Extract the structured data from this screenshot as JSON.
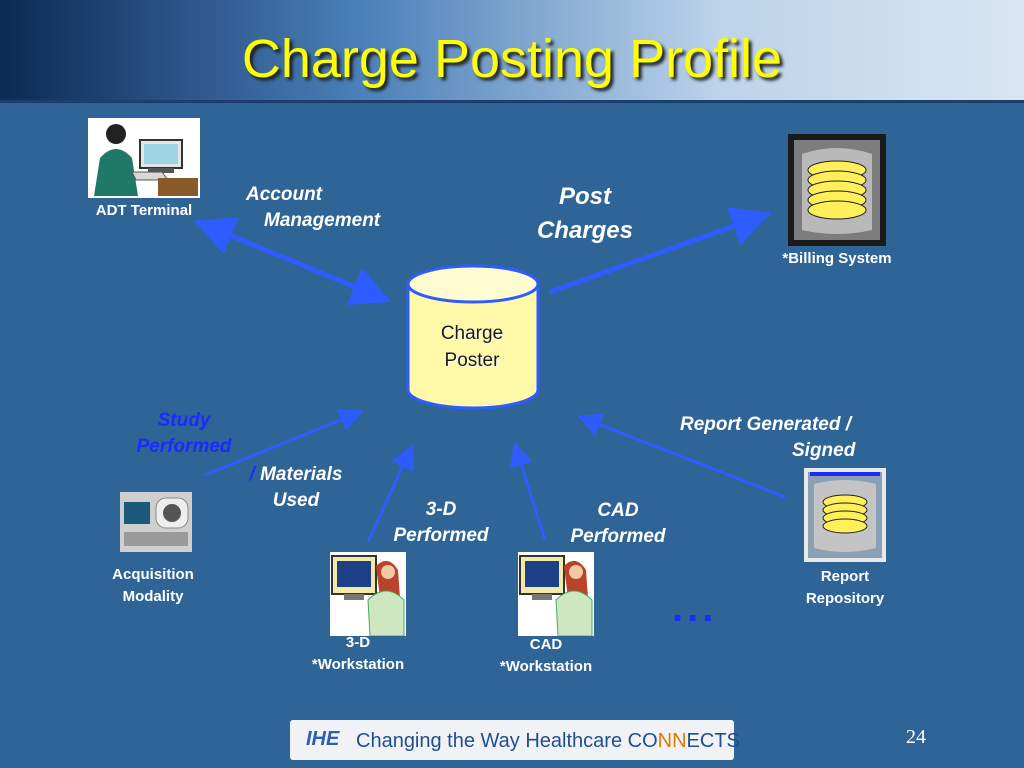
{
  "title": "Charge Posting Profile",
  "central": {
    "line1": "Charge",
    "line2": "Poster"
  },
  "actors": {
    "adt": "ADT Terminal",
    "billing": "*Billing System",
    "acquisition_line1": "Acquisition",
    "acquisition_line2": "Modality",
    "workstation3d_line1": "3-D",
    "workstation3d_line2": "*Workstation",
    "cad_line1": "CAD",
    "cad_line2": "*Workstation",
    "report_line1": "Report",
    "report_line2": "Repository"
  },
  "transactions": {
    "account_line1": "Account",
    "account_line2": "Management",
    "post_line1": "Post",
    "post_line2": "Charges",
    "study_line1": "Study",
    "study_line2": "Performed",
    "materials_slash": "/",
    "materials_line1": "Materials",
    "materials_line2": "Used",
    "threed_line1": "3-D",
    "threed_line2": "Performed",
    "cad_line1": "CAD",
    "cad_line2": "Performed",
    "report_line1": "Report Generated /",
    "report_line2": "Signed"
  },
  "ellipsis": "...",
  "footer": {
    "logo": "IHE",
    "text_a": "Changing the Way Healthcare CO",
    "text_b": "NN",
    "text_c": "ECTS"
  },
  "page_number": "24",
  "colors": {
    "background": "#2f6496",
    "title": "#ffff00",
    "arrow": "#2f5cff",
    "highlight_text": "#1a2bff",
    "database": "#fff9a8"
  }
}
